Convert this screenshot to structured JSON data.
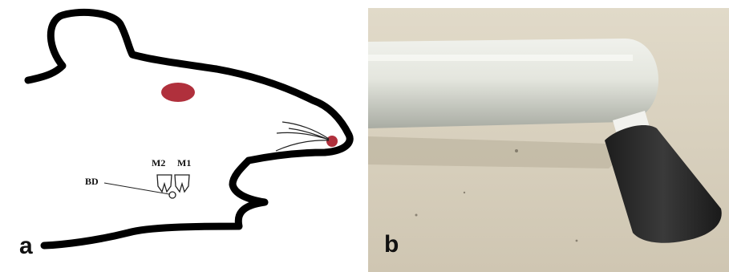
{
  "figure": {
    "panel_a": {
      "letter": "a",
      "labels": {
        "m2": "M2",
        "m1": "M1",
        "bd": "BD"
      },
      "colors": {
        "outline": "#000000",
        "eye": "#b0303c",
        "nose": "#b0303c"
      }
    },
    "panel_b": {
      "letter": "b",
      "colors": {
        "background": "#d9d1bf",
        "rod": "#e2e4dc",
        "tip": "#2a2a2a"
      }
    }
  }
}
